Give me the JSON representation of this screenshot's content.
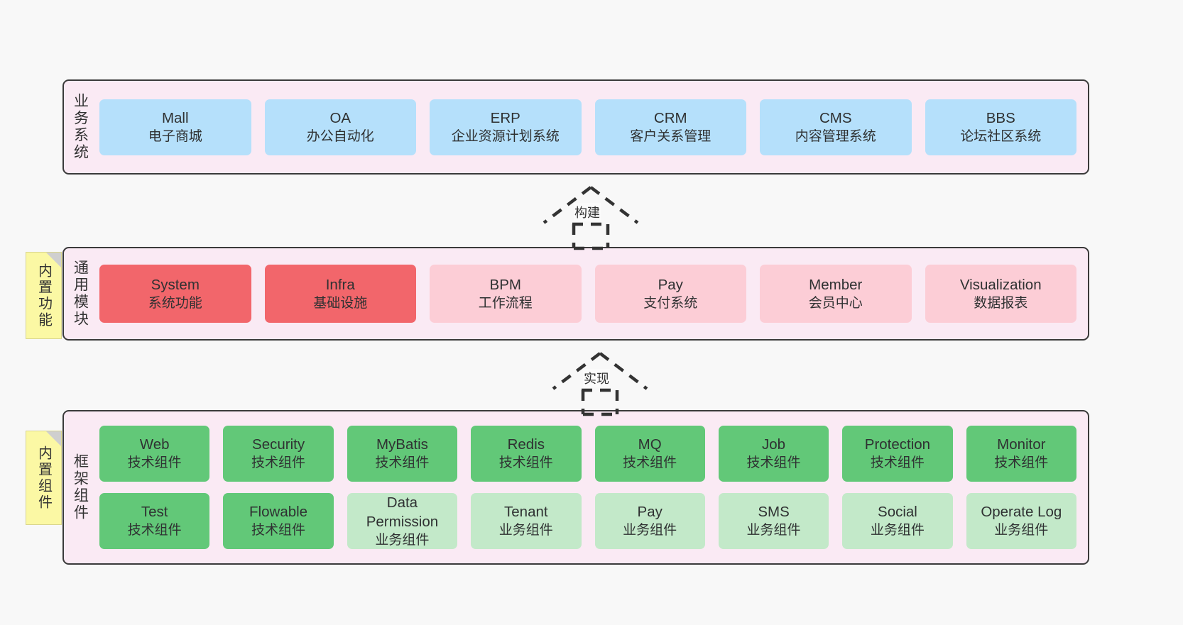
{
  "diagram": {
    "background": "#f8f8f8",
    "layer_bg": "#faeaf4",
    "border_color": "#3a3a3a",
    "sticky_color": "#fbf8a4",
    "colors": {
      "blue": "#b5e0fb",
      "red": "#f2666b",
      "pink": "#fccdd6",
      "green": "#62c878",
      "light_green": "#c3e9c9"
    }
  },
  "layers": [
    {
      "id": "business-systems",
      "title": "业务系统",
      "rows": [
        [
          {
            "en": "Mall",
            "cn": "电子商城",
            "color": "blue"
          },
          {
            "en": "OA",
            "cn": "办公自动化",
            "color": "blue"
          },
          {
            "en": "ERP",
            "cn": "企业资源计划系统",
            "color": "blue"
          },
          {
            "en": "CRM",
            "cn": "客户关系管理",
            "color": "blue"
          },
          {
            "en": "CMS",
            "cn": "内容管理系统",
            "color": "blue"
          },
          {
            "en": "BBS",
            "cn": "论坛社区系统",
            "color": "blue"
          }
        ]
      ]
    },
    {
      "id": "common-modules",
      "title": "通用模块",
      "sticky": "内置功能",
      "rows": [
        [
          {
            "en": "System",
            "cn": "系统功能",
            "color": "red"
          },
          {
            "en": "Infra",
            "cn": "基础设施",
            "color": "red"
          },
          {
            "en": "BPM",
            "cn": "工作流程",
            "color": "pink"
          },
          {
            "en": "Pay",
            "cn": "支付系统",
            "color": "pink"
          },
          {
            "en": "Member",
            "cn": "会员中心",
            "color": "pink"
          },
          {
            "en": "Visualization",
            "cn": "数据报表",
            "color": "pink"
          }
        ]
      ]
    },
    {
      "id": "framework-components",
      "title": "框架组件",
      "sticky": "内置组件",
      "rows": [
        [
          {
            "en": "Web",
            "cn": "技术组件",
            "color": "green"
          },
          {
            "en": "Security",
            "cn": "技术组件",
            "color": "green"
          },
          {
            "en": "MyBatis",
            "cn": "技术组件",
            "color": "green"
          },
          {
            "en": "Redis",
            "cn": "技术组件",
            "color": "green"
          },
          {
            "en": "MQ",
            "cn": "技术组件",
            "color": "green"
          },
          {
            "en": "Job",
            "cn": "技术组件",
            "color": "green"
          },
          {
            "en": "Protection",
            "cn": "技术组件",
            "color": "green"
          },
          {
            "en": "Monitor",
            "cn": "技术组件",
            "color": "green"
          }
        ],
        [
          {
            "en": "Test",
            "cn": "技术组件",
            "color": "green"
          },
          {
            "en": "Flowable",
            "cn": "技术组件",
            "color": "green"
          },
          {
            "en": "Data Permission",
            "cn": "业务组件",
            "color": "light_green"
          },
          {
            "en": "Tenant",
            "cn": "业务组件",
            "color": "light_green"
          },
          {
            "en": "Pay",
            "cn": "业务组件",
            "color": "light_green"
          },
          {
            "en": "SMS",
            "cn": "业务组件",
            "color": "light_green"
          },
          {
            "en": "Social",
            "cn": "业务组件",
            "color": "light_green"
          },
          {
            "en": "Operate Log",
            "cn": "业务组件",
            "color": "light_green"
          }
        ]
      ]
    }
  ],
  "connectors": [
    {
      "id": "build",
      "label": "构建"
    },
    {
      "id": "implement",
      "label": "实现"
    }
  ]
}
